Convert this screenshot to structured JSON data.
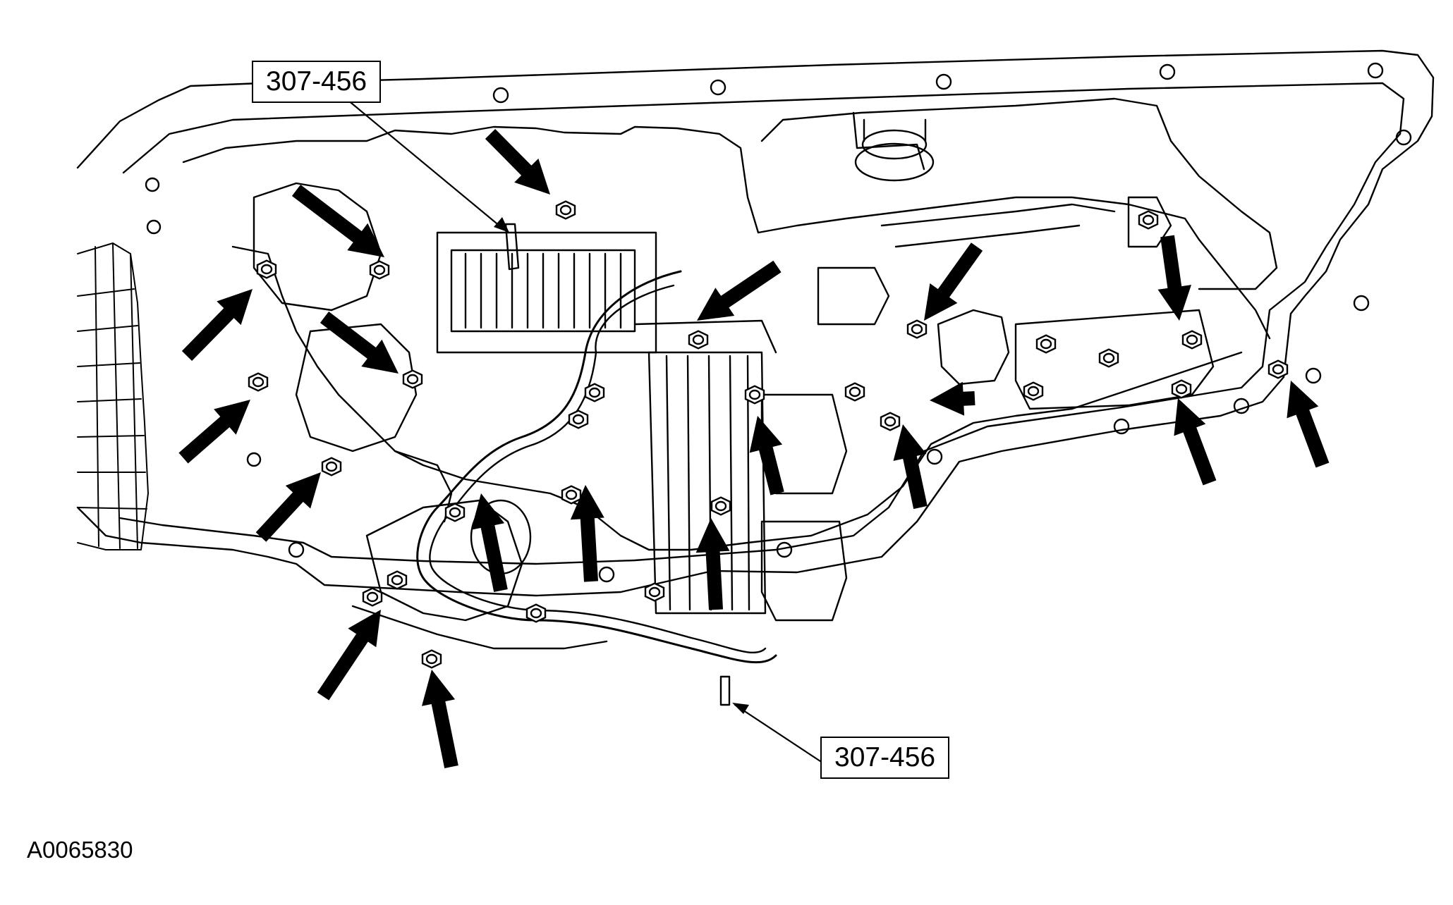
{
  "figure_id": "A0065830",
  "callouts": [
    {
      "id": "top",
      "text": "307-456"
    },
    {
      "id": "bottom",
      "text": "307-456"
    }
  ],
  "colors": {
    "line": "#000000",
    "background": "#ffffff"
  },
  "icons": {
    "arrow": "black-pointer-arrow",
    "bolt": "hex-bolt-head"
  }
}
